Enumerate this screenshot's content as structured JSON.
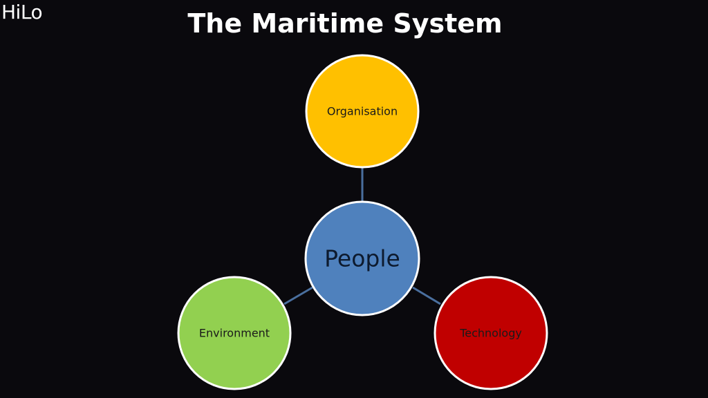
{
  "logo": {
    "text": "HiLo"
  },
  "slide": {
    "title": "The Maritime System"
  },
  "diagram": {
    "center": {
      "label": "People",
      "fill": "#4f81bd"
    },
    "nodes": [
      {
        "key": "organisation",
        "label": "Organisation",
        "fill": "#ffc000",
        "text_color": "#1a1a1a"
      },
      {
        "key": "environment",
        "label": "Environment",
        "fill": "#92d050",
        "text_color": "#1a1a1a"
      },
      {
        "key": "technology",
        "label": "Technology",
        "fill": "#c00000",
        "text_color": "#1a1a1a"
      }
    ],
    "connector_color": "#4a6f9e",
    "outline_color": "#ffffff"
  }
}
